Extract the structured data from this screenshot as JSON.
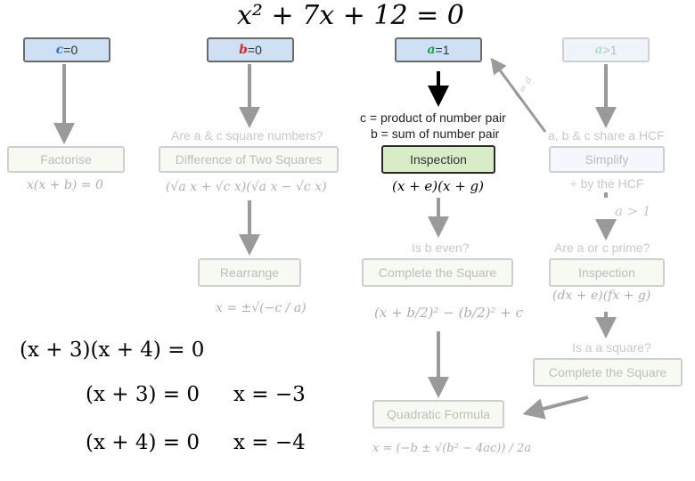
{
  "title_equation": "x² + 7x + 12 = 0",
  "conditions": {
    "c_zero": {
      "var": "c",
      "rel": "=0"
    },
    "b_zero": {
      "var": "b",
      "rel": "=0"
    },
    "a_one": {
      "var": "a",
      "rel": "=1"
    },
    "a_gt_one": {
      "var": "a",
      "rel": ">1"
    }
  },
  "methods": {
    "factorise": "Factorise",
    "difference_of_two_squares": "Difference of Two Squares",
    "inspection": "Inspection",
    "simplify": "Simplify",
    "rearrange": "Rearrange",
    "complete_the_square": "Complete the Square",
    "inspection_2": "Inspection",
    "complete_the_square_2": "Complete the Square",
    "quadratic_formula": "Quadratic Formula"
  },
  "questions": {
    "square_numbers": "Are a & c square numbers?",
    "c_product": "c = product of number pair",
    "b_sum": "b = sum of number pair",
    "share_hcf": "a, b & c share a HCF",
    "divide_hcf": "÷ by the HCF",
    "a_gt_1_again": "a > 1",
    "b_even": "Is b even?",
    "a_or_c_prime": "Are a or c prime?",
    "a_square": "Is a a square?",
    "f_note": "f = a"
  },
  "formulas": {
    "factorise_result": "x(x + b) = 0",
    "dots_result": "(√a x + √c x)(√a x − √c x)",
    "inspection_result": "(x + e)(x + g)",
    "rearrange_result": "x = ±√(−c / a)",
    "cts_result": "(x + b/2)² − (b/2)² + c",
    "inspection2_result": "(dx + e)(fx + g)",
    "qf_result": "x = (−b ± √(b² − 4ac)) / 2a"
  },
  "working": {
    "line1": "(x + 3)(x + 4) = 0",
    "line2a": "(x + 3) = 0",
    "line2b": "x = −3",
    "line3a": "(x + 4) = 0",
    "line3b": "x = −4"
  }
}
